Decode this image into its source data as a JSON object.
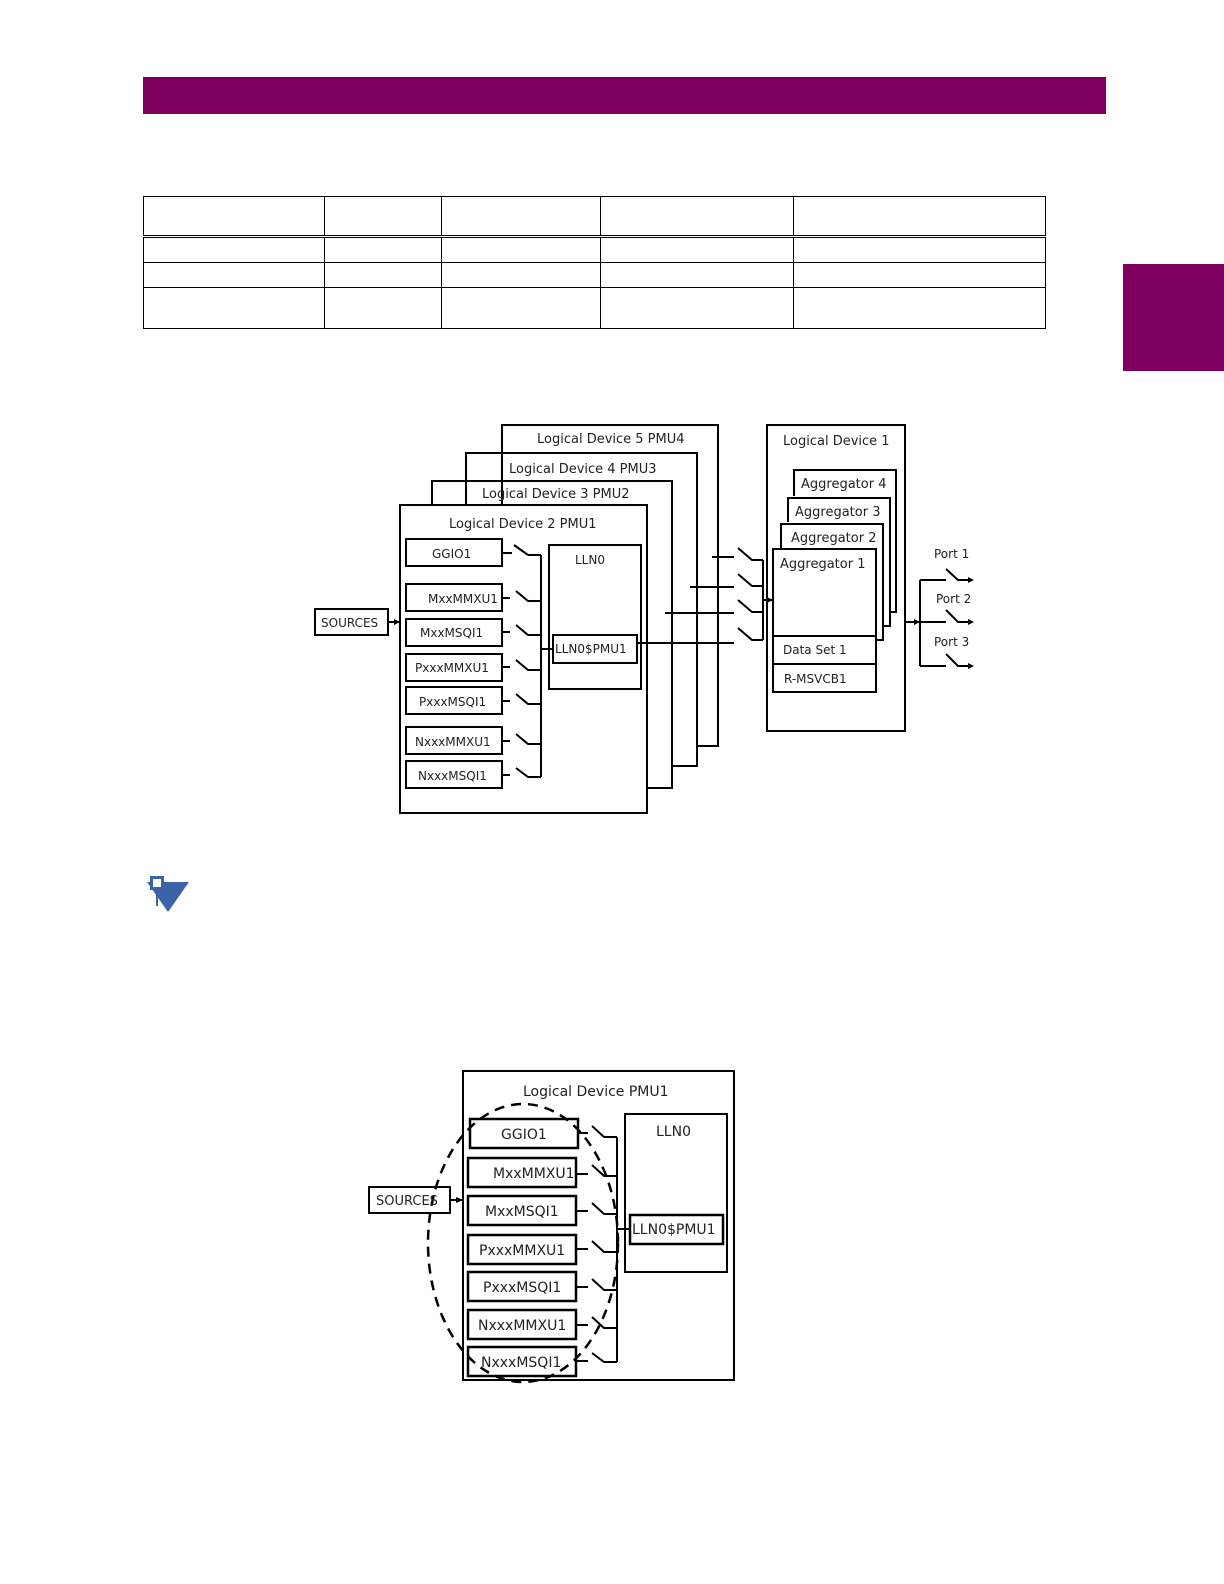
{
  "page": {
    "accent_color": "#800060"
  },
  "table": {
    "rows": 4,
    "columns": 5,
    "cells_text": []
  },
  "figure1": {
    "devices_back": [
      "Logical Device 5 PMU4",
      "Logical Device 4 PMU3",
      "Logical Device 3 PMU2"
    ],
    "device_front": "Logical Device 2 PMU1",
    "sources": "SOURCES",
    "nodes": [
      "GGIO1",
      "MxxMMXU1",
      "MxxMSQI1",
      "PxxxMMXU1",
      "PxxxMSQI1",
      "NxxxMMXU1",
      "NxxxMSQI1"
    ],
    "lln0": "LLN0",
    "lln0_pmu": "LLN0$PMU1",
    "ld1": "Logical Device 1",
    "aggregators": [
      "Aggregator 4",
      "Aggregator 3",
      "Aggregator 2",
      "Aggregator 1"
    ],
    "data_set": "Data Set 1",
    "msvcb": "R-MSVCB1",
    "ports": [
      "Port 1",
      "Port 2",
      "Port 3"
    ]
  },
  "note_icon": "note-icon",
  "figure2": {
    "device": "Logical Device PMU1",
    "sources": "SOURCES",
    "nodes": [
      "GGIO1",
      "MxxMMXU1",
      "MxxMSQI1",
      "PxxxMMXU1",
      "PxxxMSQI1",
      "NxxxMMXU1",
      "NxxxMSQI1"
    ],
    "lln0": "LLN0",
    "lln0_pmu": "LLN0$PMU1"
  }
}
